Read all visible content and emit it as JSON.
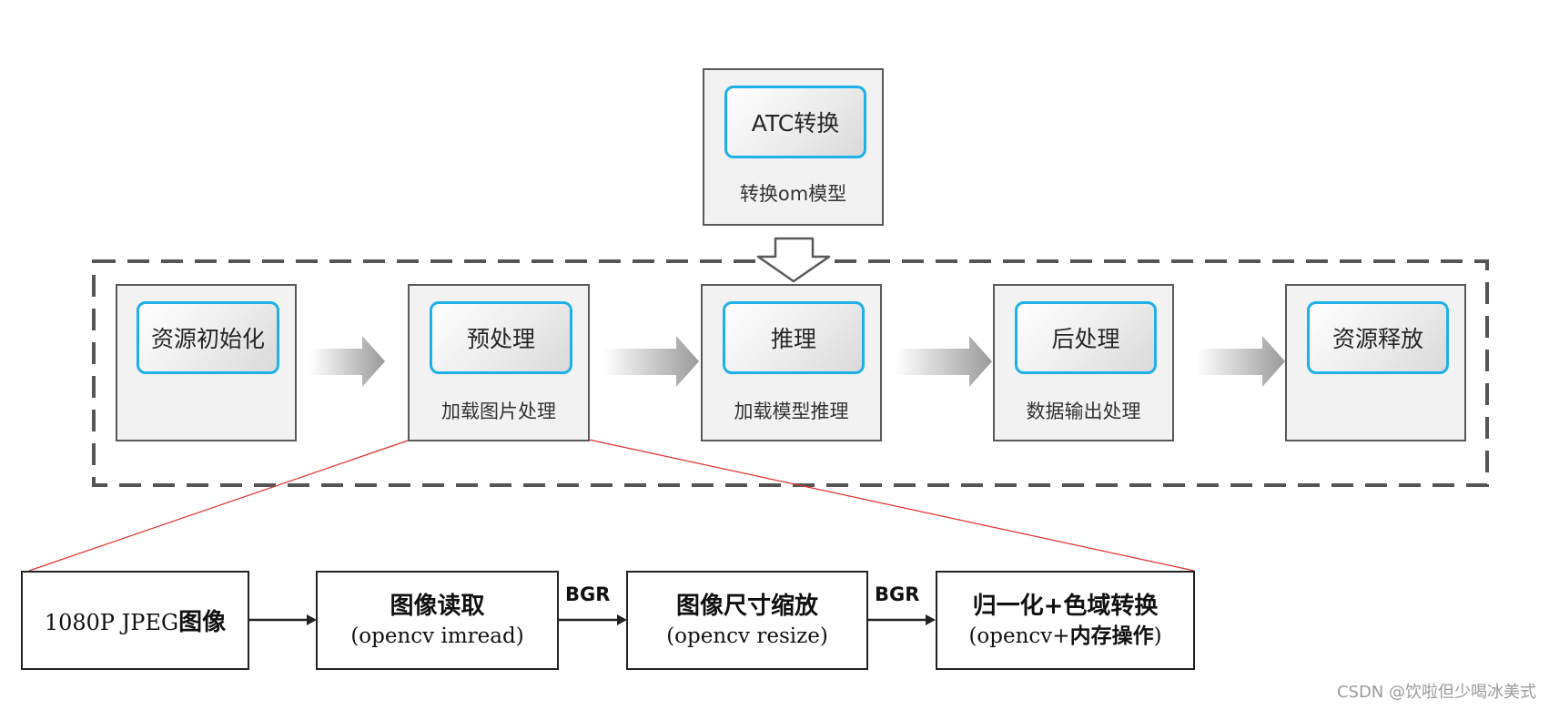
{
  "atc": {
    "title": "ATC转换",
    "subtitle": "转换om模型"
  },
  "pipeline": [
    {
      "title": "资源初始化",
      "subtitle": ""
    },
    {
      "title": "预处理",
      "subtitle": "加载图片处理"
    },
    {
      "title": "推理",
      "subtitle": "加载模型推理"
    },
    {
      "title": "后处理",
      "subtitle": "数据输出处理"
    },
    {
      "title": "资源释放",
      "subtitle": ""
    }
  ],
  "detail": {
    "input_text": "1080P JPEG",
    "input_bold": "图像",
    "read_title": "图像读取",
    "read_code": "(opencv imread)",
    "resize_title": "图像尺寸缩放",
    "resize_code": "(opencv resize)",
    "norm_title": "归一化+色域转换",
    "norm_code": "(opencv+",
    "norm_code_bold": "内存操作",
    "norm_code_end": ")",
    "label1": "BGR",
    "label2": "BGR"
  },
  "watermark": "CSDN @饮啦但少喝冰美式"
}
